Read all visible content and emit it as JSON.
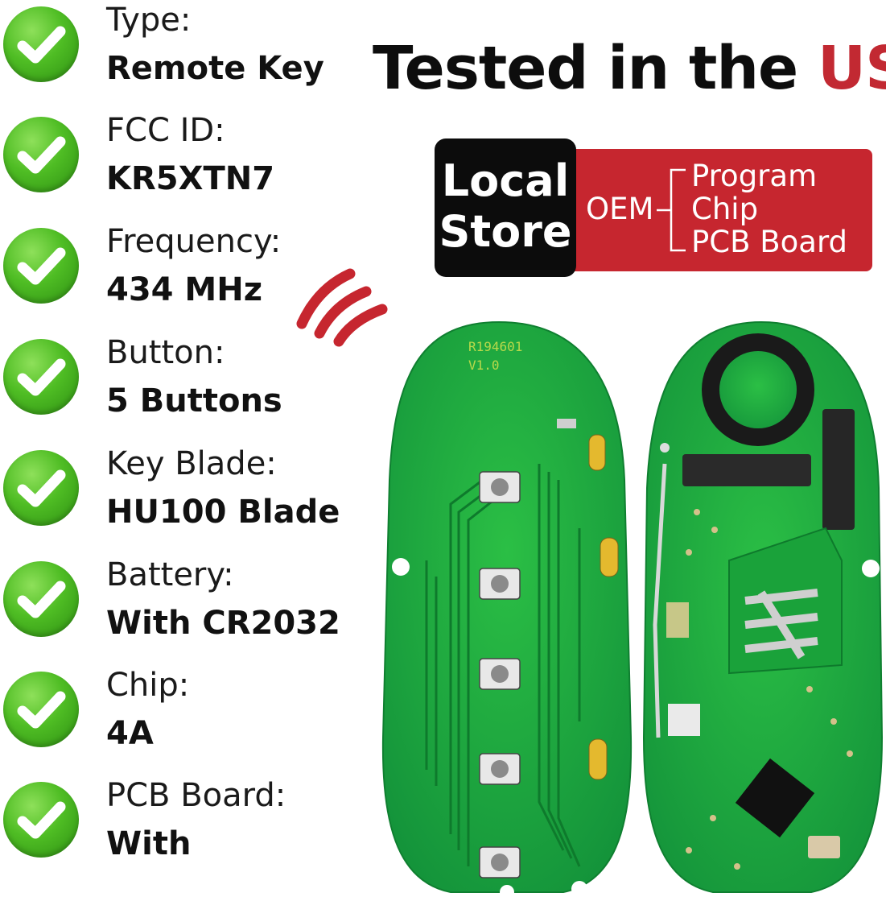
{
  "specs": [
    {
      "label": "Type:",
      "value": "Remote Key"
    },
    {
      "label": "FCC ID:",
      "value": "KR5XTN7"
    },
    {
      "label": "Frequency:",
      "value": "434 MHz"
    },
    {
      "label": "Button:",
      "value": "5 Buttons"
    },
    {
      "label": "Key Blade:",
      "value": "HU100 Blade"
    },
    {
      "label": "Battery:",
      "value": "With CR2032"
    },
    {
      "label": "Chip:",
      "value": "4A"
    },
    {
      "label": "PCB Board:",
      "value": "With"
    }
  ],
  "headline": {
    "text": "Tested in the ",
    "highlight": "US"
  },
  "badge": {
    "line1": "Local",
    "line2": "Store",
    "oem": "OEM",
    "items": [
      "Program",
      "Chip",
      "PCB Board"
    ]
  },
  "pcb_left": {
    "marking1": "R194601",
    "marking2": "V1.0"
  },
  "icons": {
    "check": "check-icon",
    "signal": "signal-waves-icon"
  },
  "colors": {
    "accent_red": "#c6262f",
    "check_green": "#4fbd24",
    "pcb_green": "#1fa83b"
  }
}
